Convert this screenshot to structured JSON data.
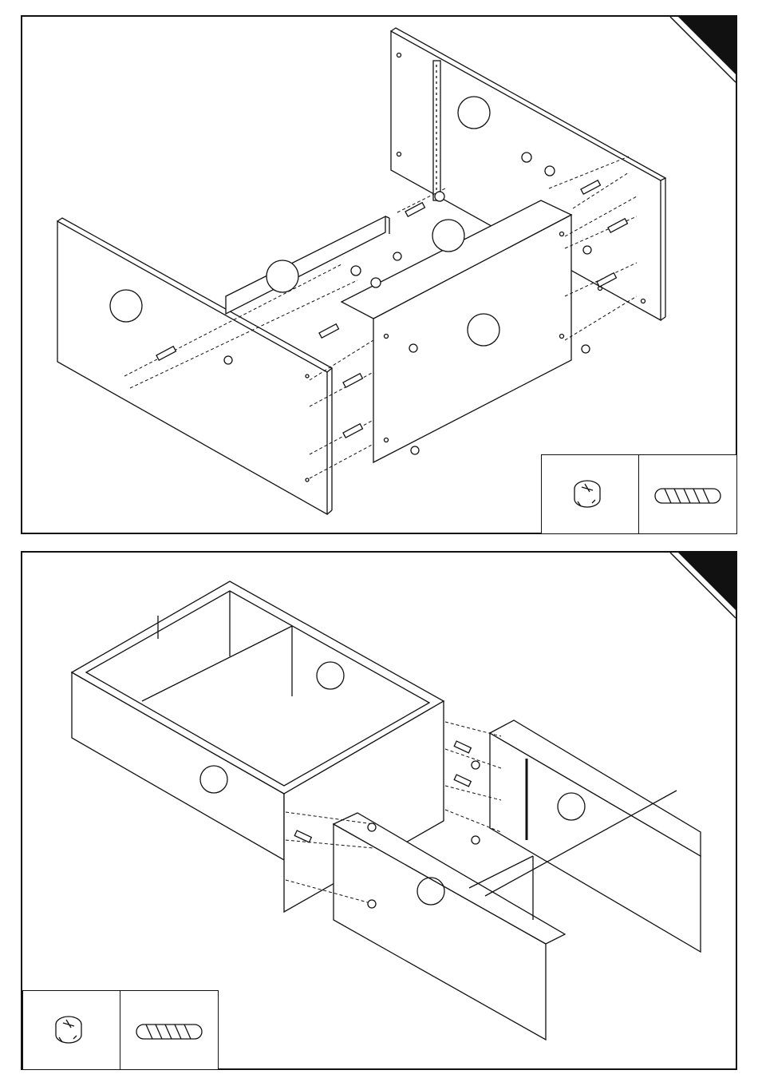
{
  "document": {
    "page_color": "#ffffff",
    "line_color": "#111111",
    "steps": [
      {
        "hardware": [
          {
            "icon": "cam-lock-icon"
          },
          {
            "icon": "wood-dowel-icon"
          }
        ],
        "corner_tab": "black-corner-tab",
        "number_circles": 5
      },
      {
        "hardware": [
          {
            "icon": "cam-lock-icon"
          },
          {
            "icon": "wood-dowel-icon"
          }
        ],
        "corner_tab": "black-corner-tab",
        "number_circles": 4
      }
    ]
  }
}
